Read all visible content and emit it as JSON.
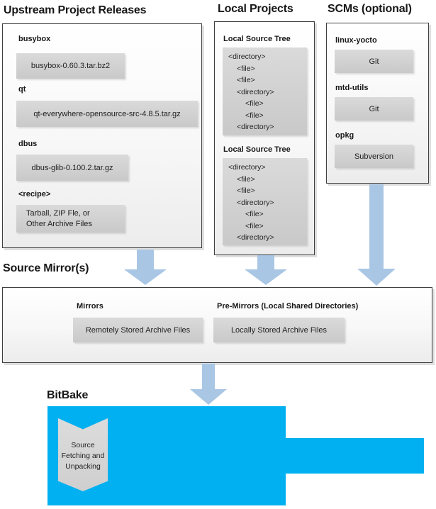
{
  "upstream": {
    "title": "Upstream Project Releases",
    "items": [
      {
        "label": "busybox",
        "content": "busybox-0.60.3.tar.bz2"
      },
      {
        "label": "qt",
        "content": "qt-everywhere-opensource-src-4.8.5.tar.gz"
      },
      {
        "label": "dbus",
        "content": "dbus-glib-0.100.2.tar.gz"
      },
      {
        "label": "<recipe>",
        "lines": [
          "Tarball, ZIP Fle, or",
          "Other Archive Files"
        ]
      }
    ]
  },
  "local_projects": {
    "title": "Local Projects",
    "trees": [
      {
        "label": "Local Source Tree",
        "lines": [
          "<directory>",
          "<file>",
          "<file>",
          "<directory>",
          "<file>",
          "<file>",
          "<directory>"
        ]
      },
      {
        "label": "Local Source Tree",
        "lines": [
          "<directory>",
          "<file>",
          "<file>",
          "<directory>",
          "<file>",
          "<file>",
          "<directory>"
        ]
      }
    ]
  },
  "scms": {
    "title": "SCMs (optional)",
    "items": [
      {
        "label": "linux-yocto",
        "content": "Git"
      },
      {
        "label": "mtd-utils",
        "content": "Git"
      },
      {
        "label": "opkg",
        "content": "Subversion"
      }
    ]
  },
  "mirrors": {
    "title": "Source Mirror(s)",
    "items": [
      {
        "label": "Mirrors",
        "content": "Remotely Stored Archive Files"
      },
      {
        "label": "Pre-Mirrors (Local Shared Directories)",
        "content": "Locally Stored Archive Files"
      }
    ]
  },
  "bitbake": {
    "title": "BitBake",
    "process_lines": [
      "Source",
      "Fetching and",
      "Unpacking"
    ]
  },
  "colors": {
    "bitbake_cyan": "#00b0f0",
    "arrow_blue": "#a9c6e4",
    "item_gray": "#d2d2d2"
  }
}
